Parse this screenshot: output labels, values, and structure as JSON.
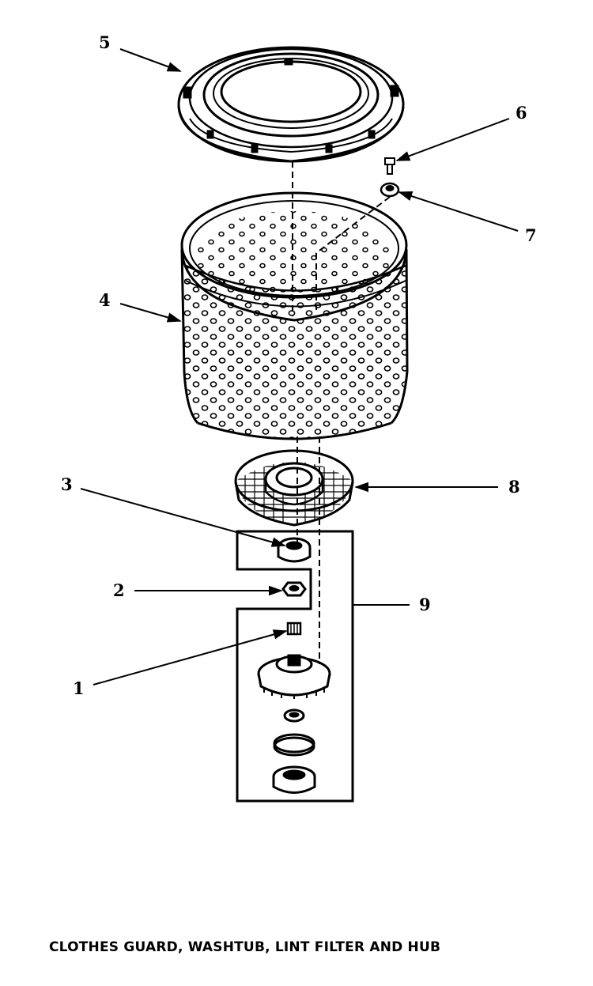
{
  "header_fragment": "- - - -",
  "caption": "CLOTHES GUARD, WASHTUB, LINT FILTER AND HUB",
  "callouts": [
    {
      "id": "5",
      "part": "clothes-guard"
    },
    {
      "id": "6",
      "part": "screw"
    },
    {
      "id": "7",
      "part": "nut"
    },
    {
      "id": "4",
      "part": "washtub"
    },
    {
      "id": "8",
      "part": "lint-filter"
    },
    {
      "id": "3",
      "part": "seal"
    },
    {
      "id": "2",
      "part": "hex-nut"
    },
    {
      "id": "9",
      "part": "hub-assembly"
    },
    {
      "id": "1",
      "part": "spline"
    }
  ]
}
